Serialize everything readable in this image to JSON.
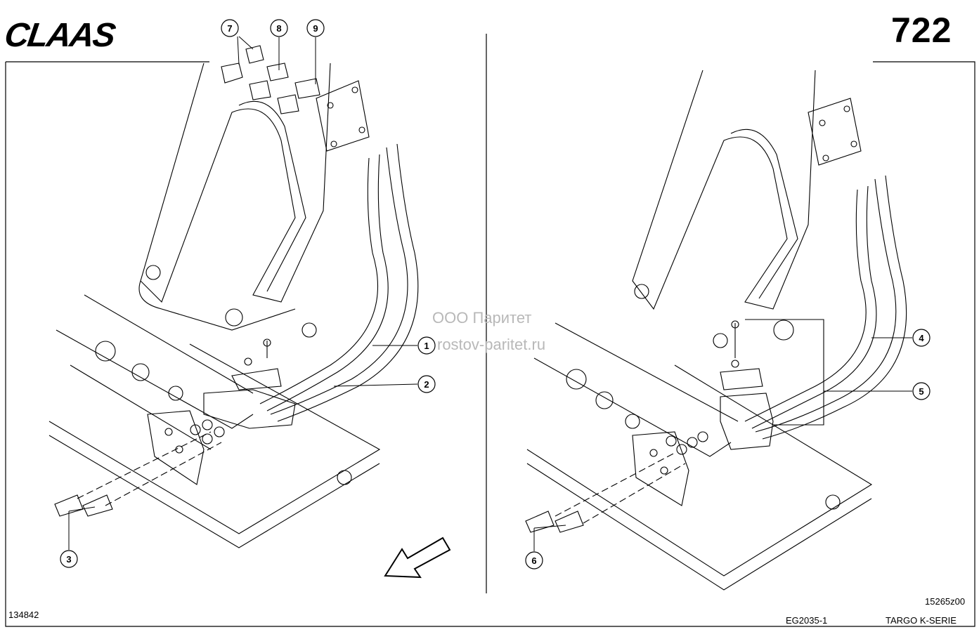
{
  "header": {
    "brand": "CLAAS",
    "page_number": "722"
  },
  "watermark": {
    "line1": "ООО Паритет",
    "line2": "rostov-paritet.ru"
  },
  "callouts": [
    "1",
    "2",
    "3",
    "4",
    "5",
    "6",
    "7",
    "8",
    "9"
  ],
  "footer": {
    "drawing_id": "134842",
    "reference": "15265z00",
    "sheet_code": "EG2035-1",
    "series": "TARGO K-SERIE"
  },
  "colors": {
    "line": "#000000",
    "watermark": "#b8b8b8",
    "background": "#ffffff"
  }
}
